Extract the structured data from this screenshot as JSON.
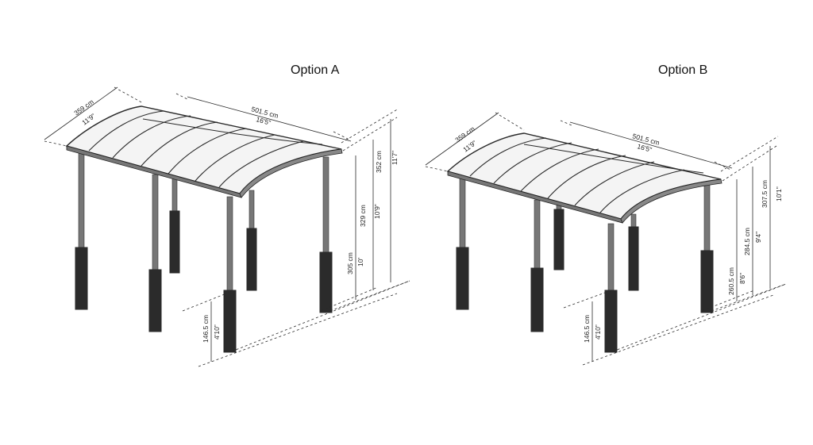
{
  "option_a": {
    "title": "Option A",
    "width": {
      "cm": "359 cm",
      "ft": "11'9\""
    },
    "length": {
      "cm": "501.5 cm",
      "ft": "16'5\""
    },
    "heights": [
      {
        "cm": "352 cm",
        "ft": "11'7\""
      },
      {
        "cm": "329 cm",
        "ft": "10'9\""
      },
      {
        "cm": "305 cm",
        "ft": "10'"
      },
      {
        "cm": "146.5 cm",
        "ft": "4'10\""
      }
    ]
  },
  "option_b": {
    "title": "Option B",
    "width": {
      "cm": "359 cm",
      "ft": "11'9\""
    },
    "length": {
      "cm": "501.5 cm",
      "ft": "16'5\""
    },
    "heights": [
      {
        "cm": "307.5 cm",
        "ft": "10'1\""
      },
      {
        "cm": "284.5 cm",
        "ft": "9'4\""
      },
      {
        "cm": "260.5 cm",
        "ft": "8'6\""
      },
      {
        "cm": "146.5 cm",
        "ft": "4'10\""
      }
    ]
  },
  "colors": {
    "line": "#2a2a2a",
    "roof": "#f4f4f4",
    "post": "#555555",
    "base": "#2b2b2b"
  }
}
